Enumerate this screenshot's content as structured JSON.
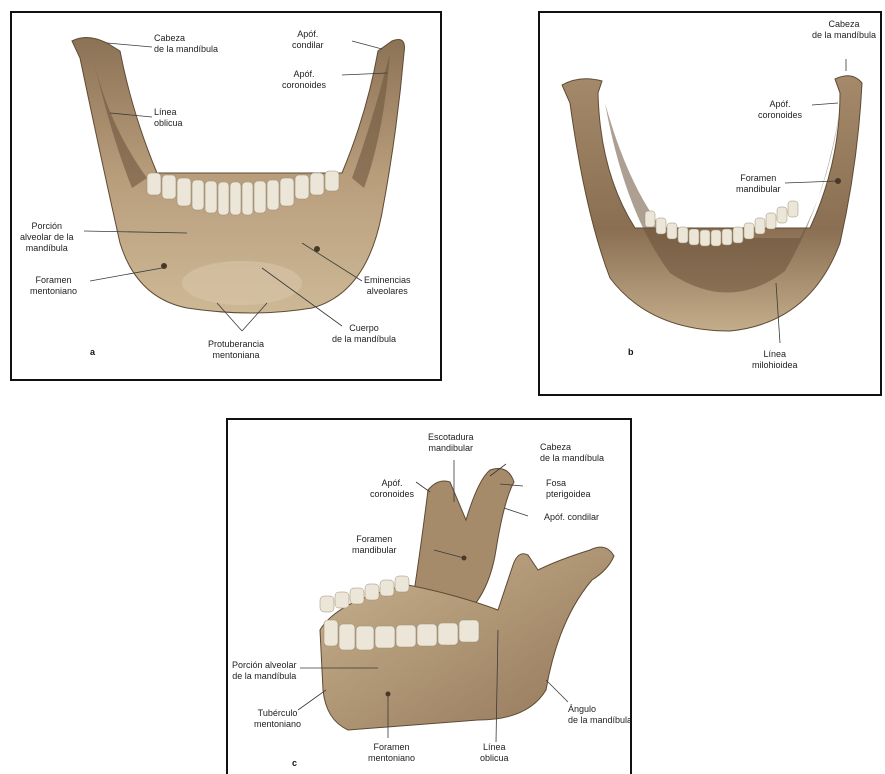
{
  "colors": {
    "bone": "#b49a78",
    "bone_dark": "#7e6448",
    "bone_light": "#d9c7a8",
    "tooth": "#ece6d8",
    "border": "#111111"
  },
  "panel_a": {
    "letter": "a",
    "labels": {
      "cabeza": "Cabeza\nde la mandíbula",
      "apof_condilar": "Apóf.\ncondilar",
      "apof_coronoides": "Apóf.\ncoronoides",
      "linea_oblicua": "Línea\noblicua",
      "porcion_alveolar": "Porción\nalveolar de la\nmandíbula",
      "foramen_mentoniano": "Foramen\nmentoniano",
      "eminencias": "Eminencias\nalveolares",
      "cuerpo": "Cuerpo\nde la mandíbula",
      "protuberancia": "Protuberancia\nmentoniana"
    }
  },
  "panel_b": {
    "letter": "b",
    "labels": {
      "cabeza": "Cabeza\nde la mandíbula",
      "apof_coronoides": "Apóf.\ncoronoides",
      "foramen_mandibular": "Foramen\nmandibular",
      "linea_milohioidea": "Línea\nmilohioidea"
    }
  },
  "panel_c": {
    "letter": "c",
    "labels": {
      "escotadura": "Escotadura\nmandibular",
      "cabeza": "Cabeza\nde la mandíbula",
      "fosa": "Fosa\npterigoidea",
      "apof_condilar": "Apóf. condilar",
      "apof_coronoides": "Apóf.\ncoronoides",
      "foramen_mandibular": "Foramen\nmandibular",
      "porcion_alveolar": "Porción alveolar\nde la mandíbula",
      "tuberculo": "Tubérculo\nmentoniano",
      "foramen_mentoniano": "Foramen\nmentoniano",
      "linea_oblicua": "Línea\noblicua",
      "angulo": "Ángulo\nde la mandíbula"
    }
  }
}
